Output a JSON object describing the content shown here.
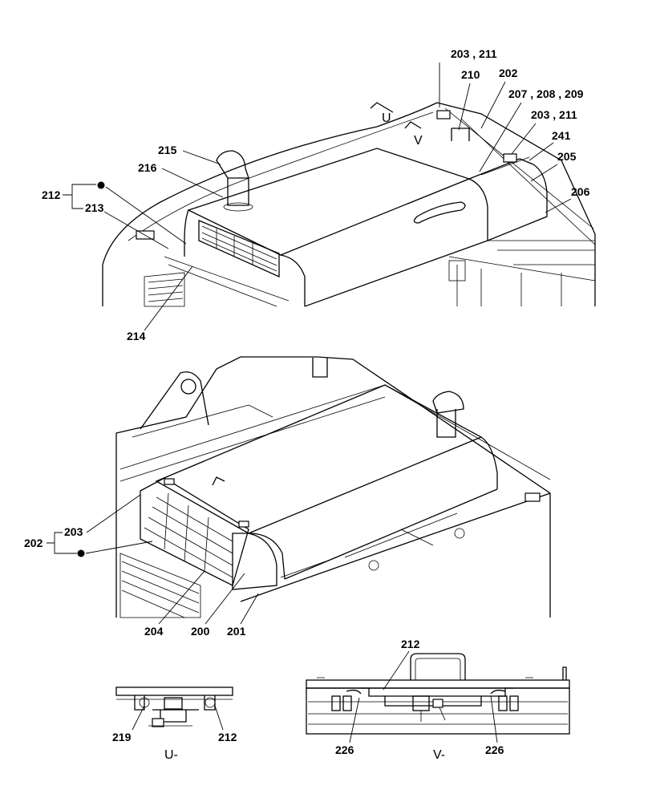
{
  "top_view": {
    "labels": {
      "l203_211_a": "203 , 211",
      "l210": "210",
      "l202": "202",
      "l207_208_209": "207 , 208 , 209",
      "l203_211_b": "203 , 211",
      "l241": "241",
      "l205": "205",
      "l206": "206",
      "l215": "215",
      "l216": "216",
      "l212": "212",
      "l213": "213",
      "l214": "214"
    },
    "view_markers": {
      "u": "U",
      "v": "V"
    }
  },
  "middle_view": {
    "labels": {
      "l202": "202",
      "l203": "203",
      "l204": "204",
      "l200": "200",
      "l201": "201"
    }
  },
  "detail_u": {
    "labels": {
      "l219": "219",
      "l212": "212"
    },
    "caption": "U-"
  },
  "detail_v": {
    "labels": {
      "l212": "212",
      "l226_left": "226",
      "l226_right": "226"
    },
    "caption": "V-"
  }
}
